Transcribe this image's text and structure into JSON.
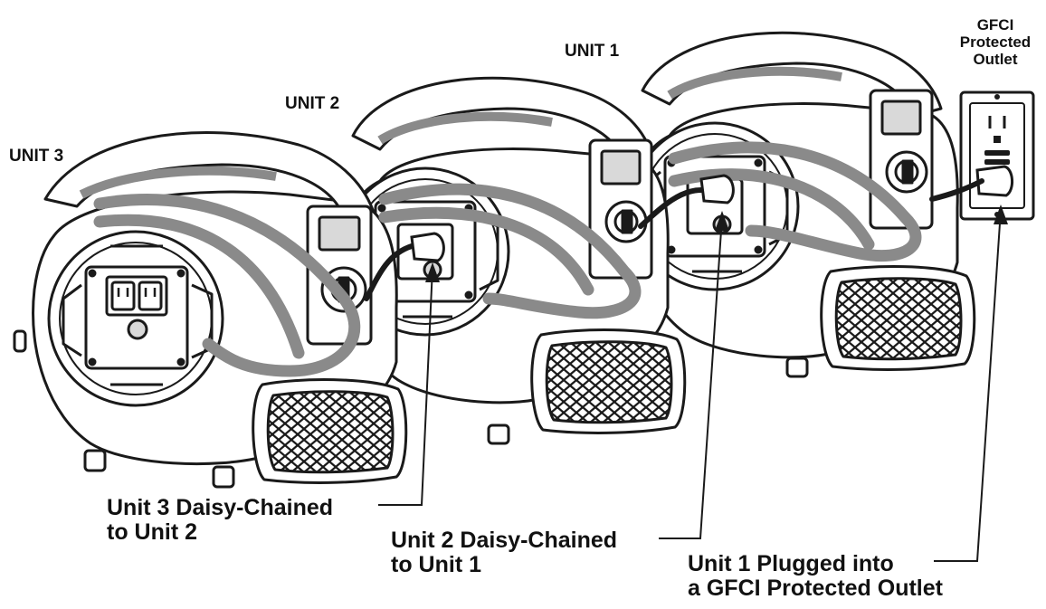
{
  "units": [
    {
      "label": "UNIT 1"
    },
    {
      "label": "UNIT 2"
    },
    {
      "label": "UNIT 3"
    }
  ],
  "outlet": {
    "label_lines": [
      "GFCI",
      "Protected",
      "Outlet"
    ]
  },
  "callouts": [
    {
      "lines": [
        "Unit 3 Daisy-Chained",
        "to Unit 2"
      ]
    },
    {
      "lines": [
        "Unit 2 Daisy-Chained",
        "to Unit 1"
      ]
    },
    {
      "lines": [
        "Unit 1 Plugged into",
        "a GFCI Protected Outlet"
      ]
    }
  ],
  "colors": {
    "line": "#1a1a1a",
    "cord": "#8a8a8a",
    "body": "#ffffff",
    "shade": "#d9d9d9"
  }
}
